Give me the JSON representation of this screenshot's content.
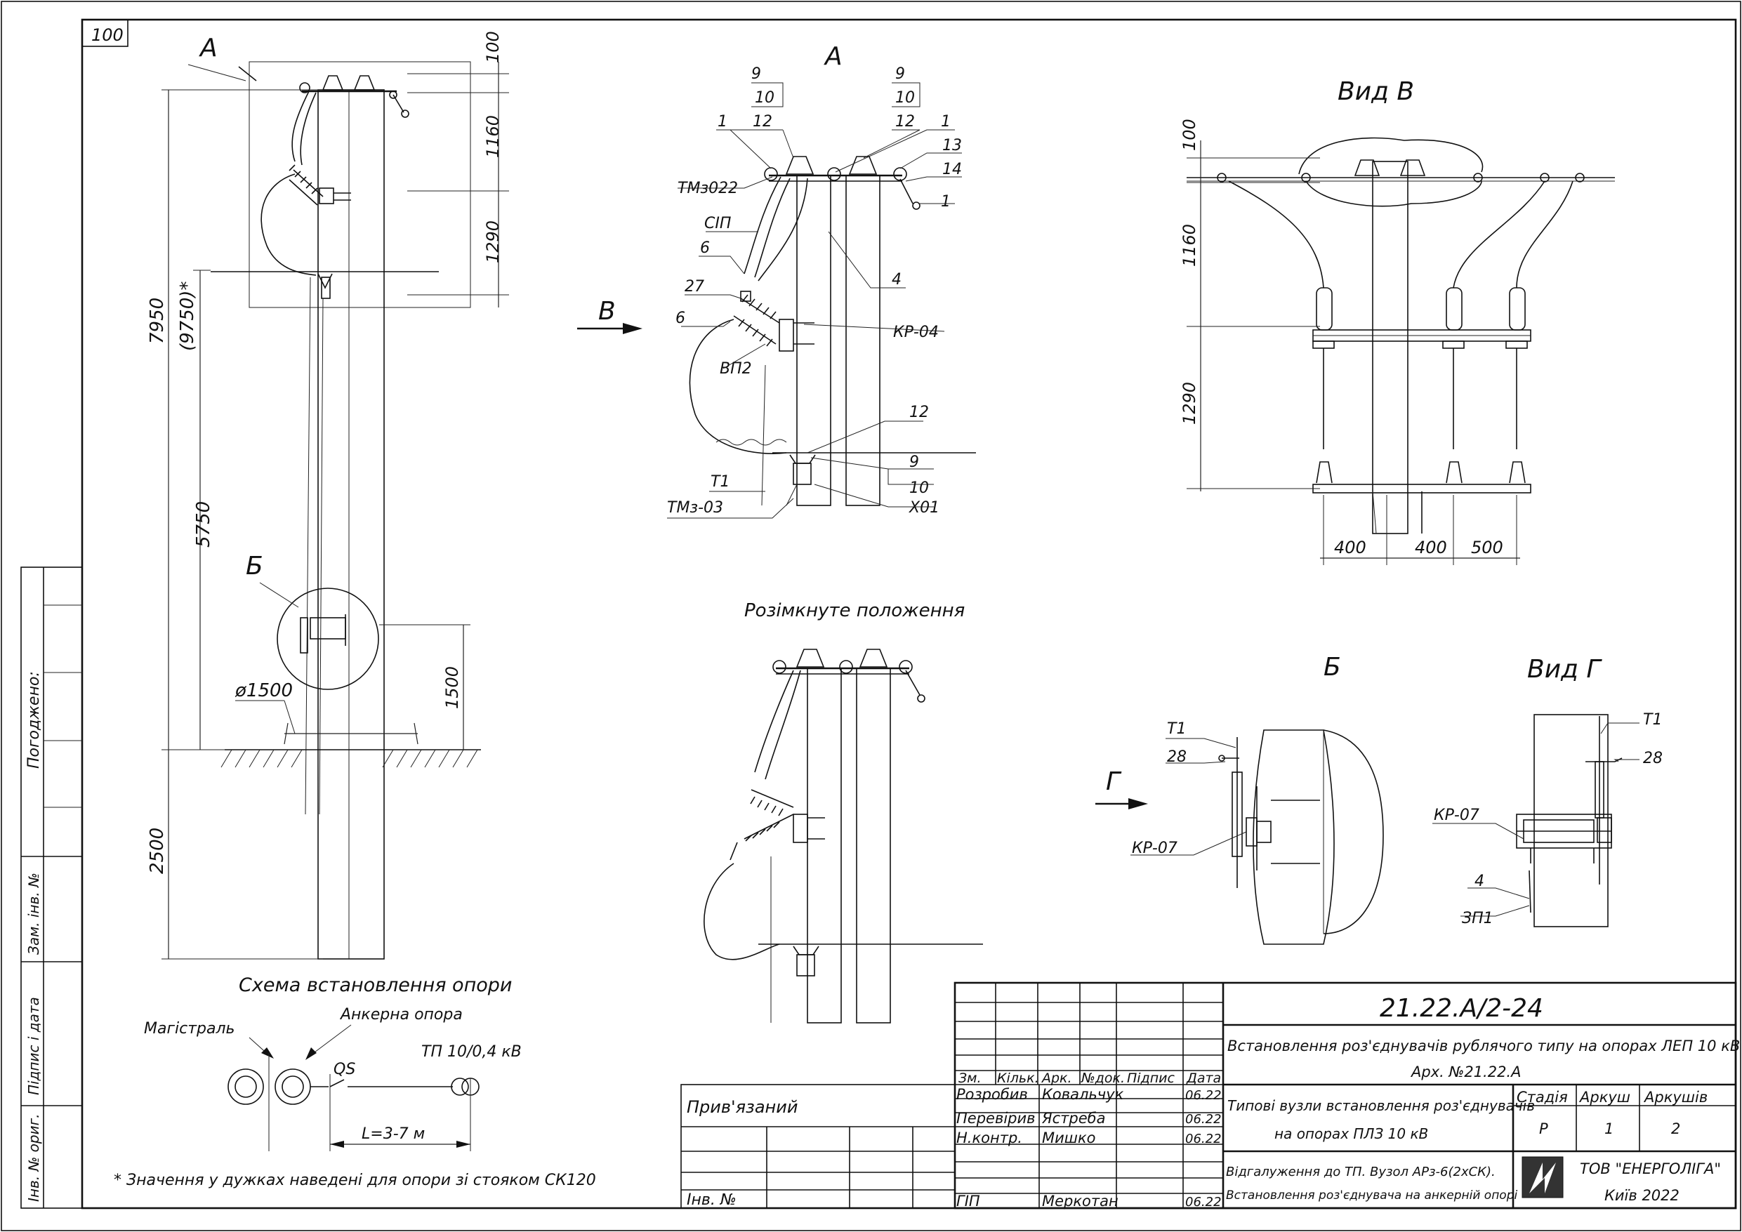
{
  "sheet": {
    "corner_scale": "100"
  },
  "side_stamp": {
    "agreed": "Погоджено:",
    "replaced_inv": "Зам. інв. №",
    "signature_date": "Підпис і дата",
    "orig_inv": "Інв. № ориг."
  },
  "main_view": {
    "label_a": "А",
    "label_b": "Б",
    "dims": [
      "100",
      "1160",
      "1290",
      "7950",
      "(9750)*",
      "5750",
      "1500",
      "2500"
    ],
    "diameter": "ø1500"
  },
  "detail_a": {
    "title": "А",
    "callouts": [
      "9",
      "10",
      "12",
      "1",
      "9",
      "10",
      "12",
      "1",
      "13",
      "14",
      "1",
      "ТМз022",
      "СІП",
      "6",
      "4",
      "27",
      "6",
      "КР-04",
      "ВП2",
      "12",
      "9",
      "10",
      "Т1",
      "ТМз-03",
      "Х01"
    ],
    "arrow_label": "В"
  },
  "view_b": {
    "title": "Вид В",
    "dims_v": [
      "100",
      "1160",
      "1290"
    ],
    "dims_h": [
      "400",
      "400",
      "500"
    ]
  },
  "open_position": {
    "title": "Розімкнуте положення"
  },
  "detail_b": {
    "title": "Б",
    "callouts": [
      "Т1",
      "28",
      "КР-07"
    ],
    "arrow_label": "Г"
  },
  "view_g": {
    "title": "Вид Г",
    "callouts": [
      "Т1",
      "28",
      "КР-07",
      "4",
      "ЗП1"
    ]
  },
  "scheme": {
    "title": "Схема встановлення опори",
    "main_line": "Магістраль",
    "anchor_support": "Анкерна опора",
    "switch": "QS",
    "substation": "ТП 10/0,4 кВ",
    "length": "L=3-7 м",
    "note": "* Значення у дужках наведені для опори зі стояком СК120"
  },
  "title_block": {
    "doc_code": "21.22.А/2-24",
    "project_title": "Встановлення роз'єднувачів рублячого типу на опорах ЛЕП 10 кВ",
    "archive": "Арх. №21.22.А",
    "sheet_title_1": "Типові вузли встановлення роз'єднувачів",
    "sheet_title_2": "на опорах ПЛЗ 10 кВ",
    "drawing_title_1": "Відгалуження до ТП. Вузол АРз-6(2хСК).",
    "drawing_title_2": "Встановлення роз'єднувача на анкерній опорі",
    "col_headers": [
      "Зм.",
      "Кільк.",
      "Арк.",
      "№док.",
      "Підпис",
      "Дата"
    ],
    "roles": [
      {
        "role": "Розробив",
        "name": "Ковальчук",
        "date": "06.22"
      },
      {
        "role": "Перевірив",
        "name": "Ястреба",
        "date": "06.22"
      },
      {
        "role": "Н.контр.",
        "name": "Мишко",
        "date": "06.22"
      },
      {
        "role": "ГІП",
        "name": "Меркотан",
        "date": "06.22"
      }
    ],
    "stage_header": "Стадія",
    "sheet_header": "Аркуш",
    "sheets_header": "Аркушів",
    "stage": "Р",
    "sheet": "1",
    "sheets": "2",
    "company": "ТОВ \"ЕНЕРГОЛІГА\"",
    "city_year": "Київ 2022",
    "linked": "Прив'язаний",
    "inv_no": "Інв. №"
  }
}
